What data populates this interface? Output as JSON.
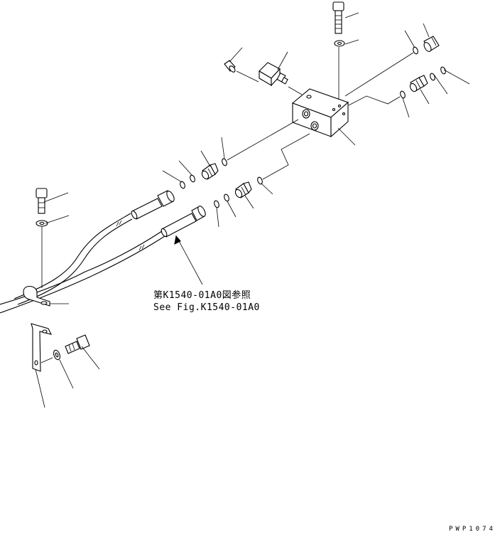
{
  "reference": {
    "japanese": "第K1540-01A0図参照",
    "english": "See Fig.K1540-01A0"
  },
  "drawing_code": "PWP1074"
}
